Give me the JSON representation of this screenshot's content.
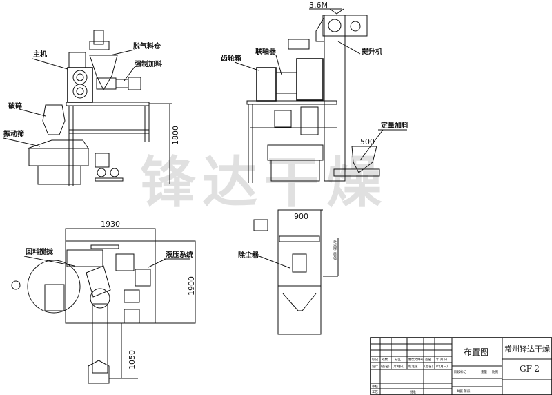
{
  "watermark": "锋达干燥",
  "side_view": {
    "labels": {
      "main": "主机",
      "degas_bin": "脱气料仓",
      "force_feed": "强制加料",
      "crusher": "破碎",
      "vibrating_screen": "振动筛"
    },
    "dim_height": "1800"
  },
  "front_view": {
    "labels": {
      "gearbox": "齿轮箱",
      "coupling": "联轴器",
      "elevator": "提升机",
      "dosing_feed": "定量加料"
    },
    "dim_top": "3.6M",
    "dim_hopper": "500"
  },
  "plan_view": {
    "labels": {
      "return_auger": "回料搅拢",
      "hydraulic": "液压系统"
    },
    "dim_width": "1930",
    "dim_depth": "1900",
    "dim_ext": "1050"
  },
  "dust_collector": {
    "label": "除尘器",
    "dim_width": "900",
    "pipe_label": "多点除尘管道"
  },
  "title_block": {
    "drawing_title": "布置图",
    "company": "常州锋达干燥",
    "drawing_no": "GF-2",
    "row1": [
      "标记",
      "处数",
      "分区",
      "更改文件号",
      "签名",
      "年.月.日"
    ],
    "row2": [
      "设计",
      "(签名)",
      "(年月日)",
      "标准化",
      "(签名)",
      "(年月日)"
    ],
    "stage_mark": "阶段标记",
    "weight": "重量",
    "scale": "比例",
    "review": "审核",
    "process": "工艺",
    "approve": "批准",
    "sheet": "共张 第张"
  }
}
